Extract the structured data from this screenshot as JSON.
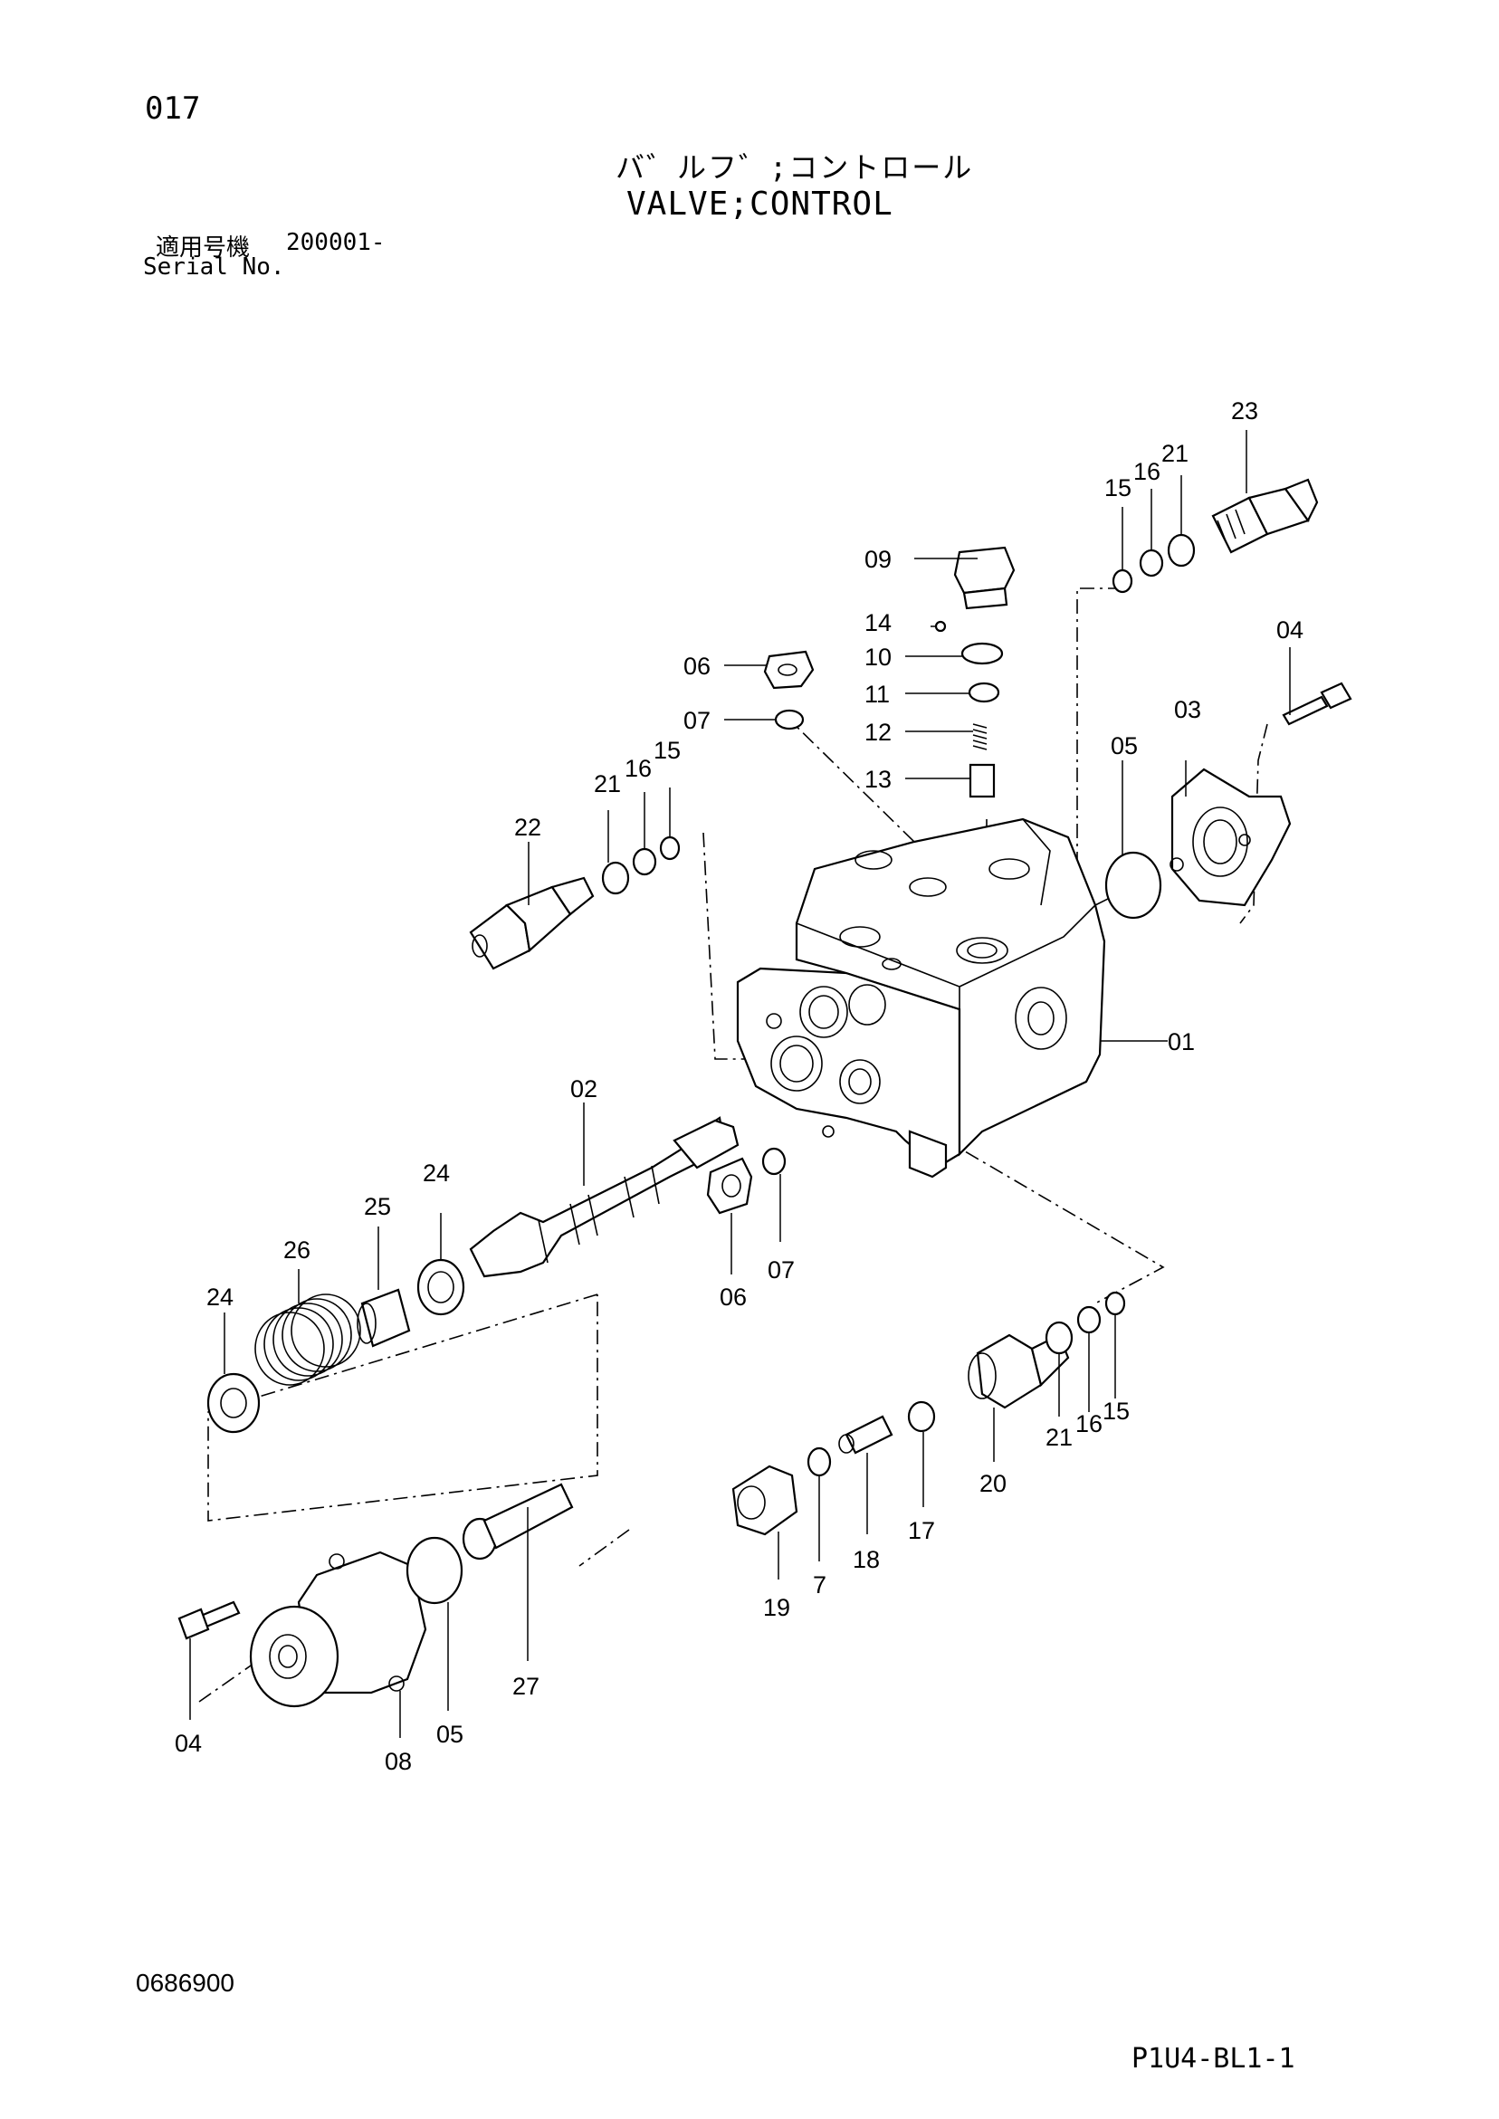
{
  "page_number": "017",
  "title_jp": "バ゛ルフ゛;コントロール",
  "title_en": "VALVE;CONTROL",
  "serial_label_jp": "適用号機",
  "serial_value": "200001-",
  "serial_label_en": "Serial No.",
  "drawing_number": "0686900",
  "page_code": "P1U4-BL1-1",
  "callouts": {
    "c01": "01",
    "c02": "02",
    "c03": "03",
    "c04a": "04",
    "c04b": "04",
    "c05a": "05",
    "c05b": "05",
    "c06a": "06",
    "c06b": "06",
    "c07a": "07",
    "c07b": "07",
    "c08": "08",
    "c09": "09",
    "c10": "10",
    "c11": "11",
    "c12": "12",
    "c13": "13",
    "c14": "14",
    "c15a": "15",
    "c15b": "15",
    "c15c": "15",
    "c16a": "16",
    "c16b": "16",
    "c16c": "16",
    "c17": "17",
    "c18": "18",
    "c19": "19",
    "c20": "20",
    "c21a": "21",
    "c21b": "21",
    "c21c": "21",
    "c22": "22",
    "c23": "23",
    "c24a": "24",
    "c24b": "24",
    "c25": "25",
    "c26": "26",
    "c27": "27",
    "c7": "7"
  }
}
